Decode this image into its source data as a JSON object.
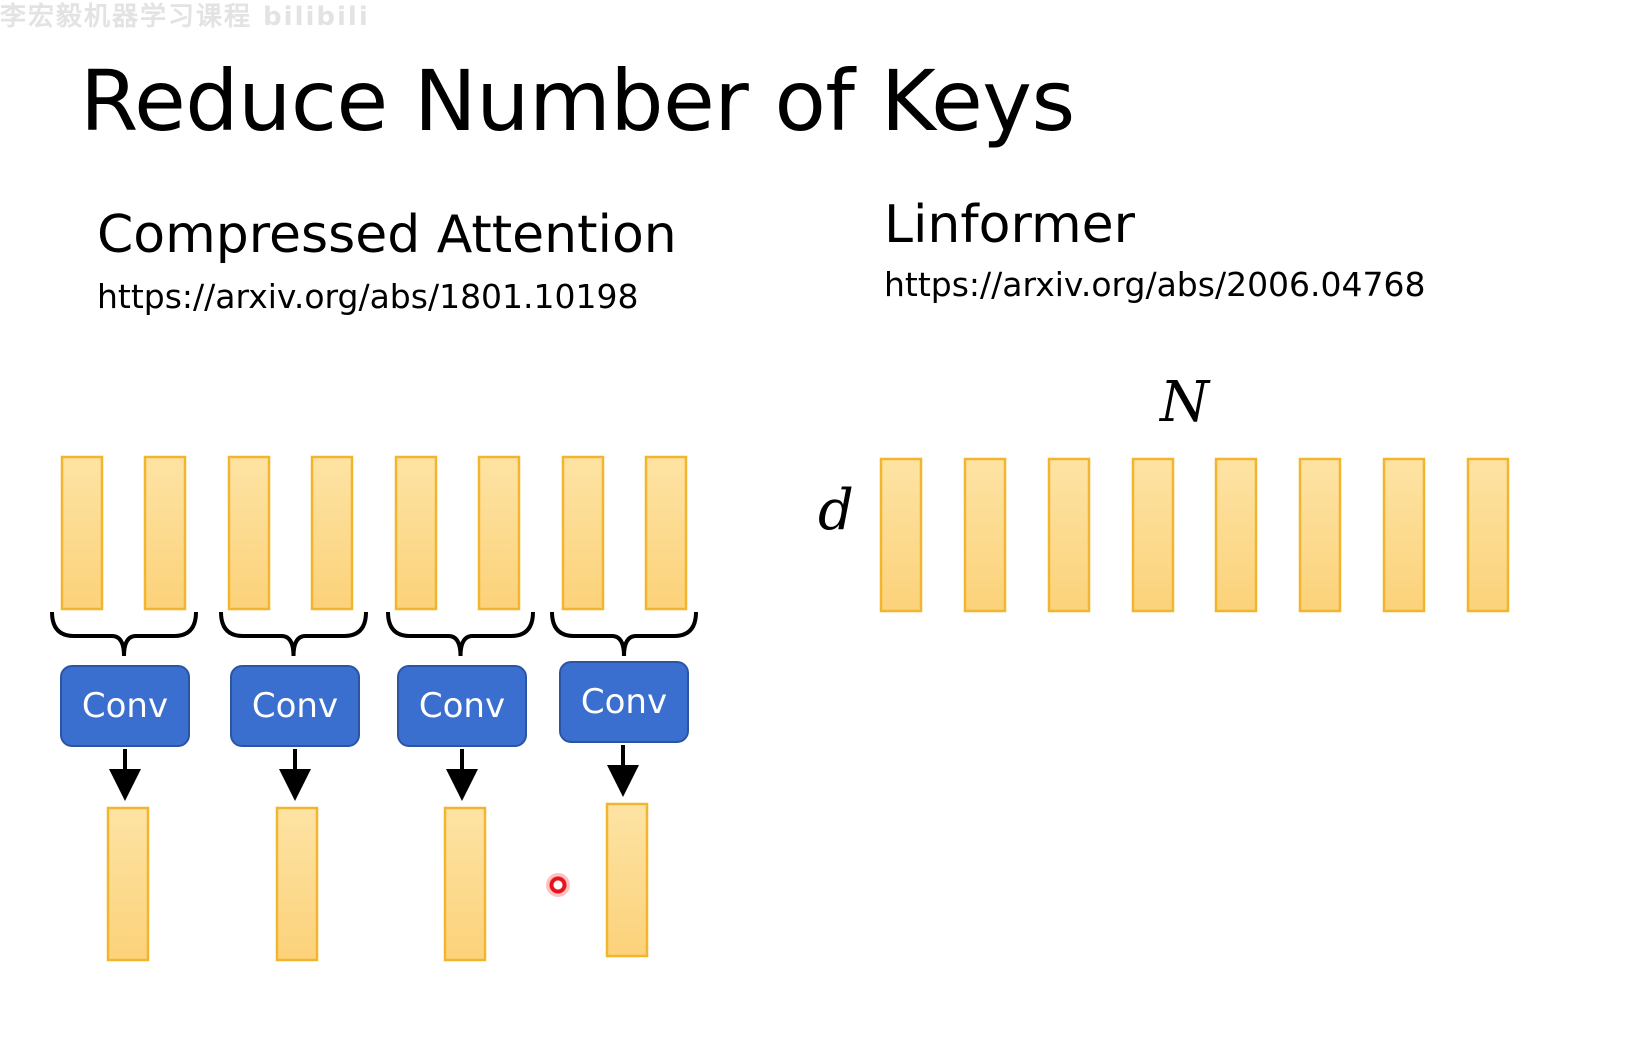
{
  "slide": {
    "watermark": "李宏毅机器学习课程 bilibili",
    "title": "Reduce Number of Keys"
  },
  "compressed_attention": {
    "title": "Compressed Attention",
    "link": "https://arxiv.org/abs/1801.10198",
    "input_vectors": 8,
    "conv_labels": [
      "Conv",
      "Conv",
      "Conv",
      "Conv"
    ],
    "output_vectors": 4
  },
  "linformer": {
    "title": "Linformer",
    "link": "https://arxiv.org/abs/2006.04768",
    "label_n": "N",
    "label_d": "d",
    "key_vectors": 8
  },
  "colors": {
    "vector_fill": "#fdd98a",
    "vector_stroke": "#f2b52e",
    "conv_fill": "#3b6fcf",
    "conv_text": "#ffffff",
    "pointer": "#e8121b"
  }
}
